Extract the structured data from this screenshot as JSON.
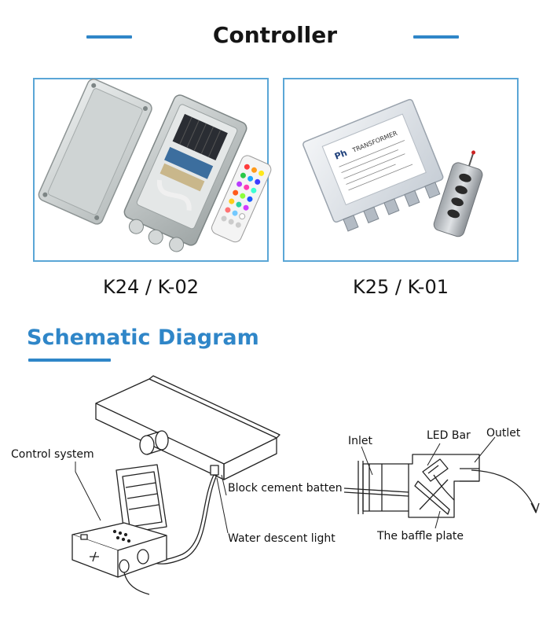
{
  "header": {
    "title": "Controller",
    "accent_color": "#2f86c8"
  },
  "products": [
    {
      "caption": "K24 / K-02",
      "photo": "controller-box-with-rgb-remote"
    },
    {
      "caption": "K25 / K-01",
      "photo": "transformer-box-with-keyfob-remote"
    }
  ],
  "transformer_label": {
    "brand": "Ph",
    "text": "TRANSFORMER"
  },
  "schematic": {
    "title": "Schematic Diagram",
    "labels": {
      "control_system": "Control system",
      "block_cement_batten": "Block cement batten",
      "water_descent_light": "Water descent light",
      "inlet": "Inlet",
      "led_bar": "LED Bar",
      "outlet": "Outlet",
      "baffle_plate": "The baffle plate"
    }
  }
}
